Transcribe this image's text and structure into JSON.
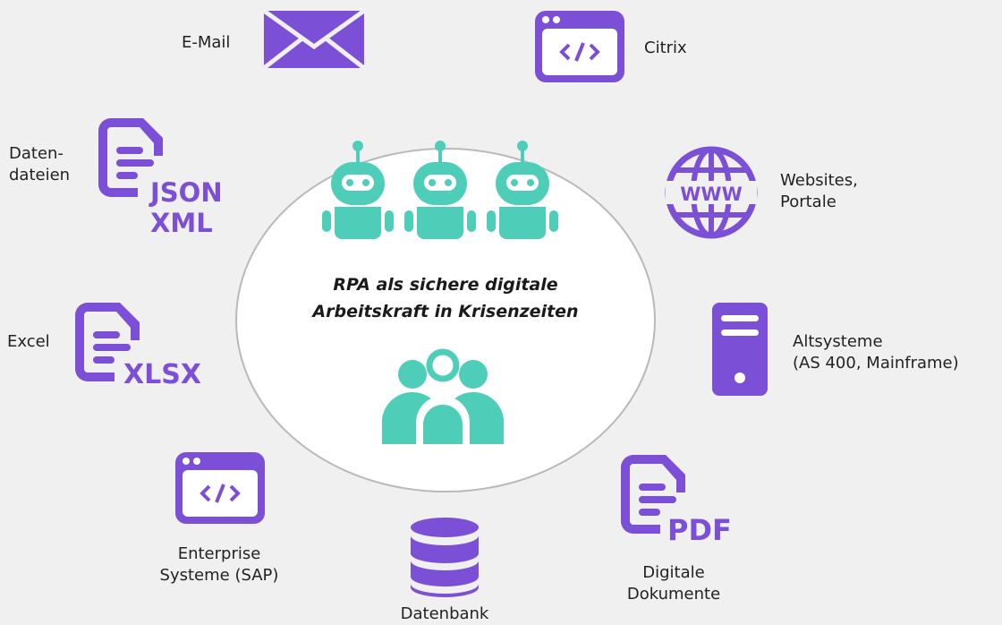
{
  "center": {
    "title_line1": "RPA als sichere digitale",
    "title_line2": "Arbeitskraft in Krisenzeiten"
  },
  "nodes": {
    "email": {
      "label": "E-Mail",
      "icon": "envelope-icon"
    },
    "citrix": {
      "label": "Citrix",
      "icon": "code-window-icon"
    },
    "datendateien": {
      "label": "Daten-\ndateien",
      "badge": "JSON\nXML",
      "icon": "document-icon"
    },
    "websites": {
      "label": "Websites,\nPortale",
      "icon": "globe-www-icon"
    },
    "excel": {
      "label": "Excel",
      "badge": "XLSX",
      "icon": "document-icon"
    },
    "altsysteme": {
      "label": "Altsysteme\n(AS 400, Mainframe)",
      "icon": "server-icon"
    },
    "enterprise": {
      "label": "Enterprise\nSysteme (SAP)",
      "icon": "code-window-icon"
    },
    "datenbank": {
      "label": "Datenbank",
      "icon": "database-icon"
    },
    "dokumente": {
      "label": "Digitale\nDokumente",
      "badge": "PDF",
      "icon": "document-icon"
    }
  },
  "colors": {
    "accent": "#7b4fd6",
    "teal": "#4ecdb8",
    "background": "#f0f0f0",
    "circle_border": "#b9b9b9"
  }
}
